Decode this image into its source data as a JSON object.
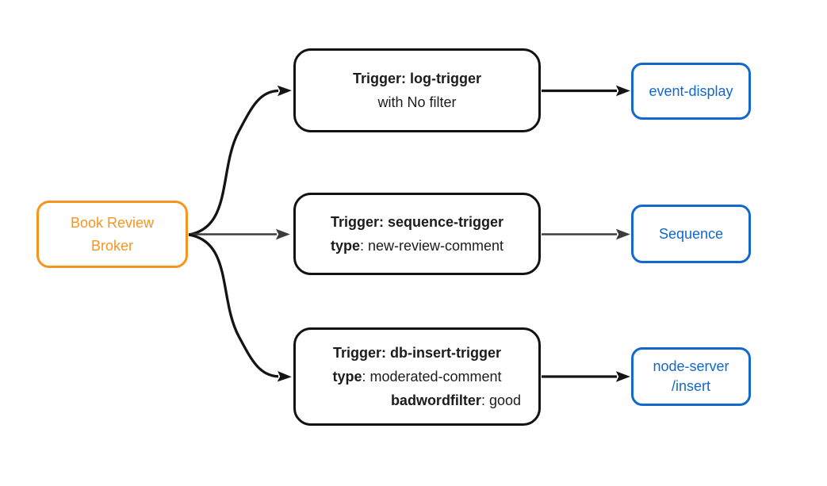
{
  "colors": {
    "background": "#FFFFFF",
    "broker_accent": "#F7941E",
    "sink_accent": "#1268CB",
    "arrow_primary": "#141414",
    "arrow_secondary": "#3B3B3B",
    "trigger_border": "#121212",
    "trigger_text": "#1C1C1E"
  },
  "broker": {
    "lines": [
      "Book Review",
      "Broker"
    ]
  },
  "triggers": [
    {
      "lines": [
        {
          "segments": [
            {
              "text": "Trigger: log-trigger",
              "bold": true
            }
          ]
        },
        {
          "segments": [
            {
              "text": "with No filter",
              "bold": false
            }
          ]
        }
      ]
    },
    {
      "lines": [
        {
          "segments": [
            {
              "text": "Trigger: sequence-trigger",
              "bold": true
            }
          ]
        },
        {
          "segments": [
            {
              "text": "type",
              "bold": true
            },
            {
              "text": ": new-review-comment",
              "bold": false
            }
          ]
        }
      ]
    },
    {
      "lines": [
        {
          "segments": [
            {
              "text": "Trigger: db-insert-trigger",
              "bold": true
            }
          ]
        },
        {
          "segments": [
            {
              "text": "type",
              "bold": true
            },
            {
              "text": ": moderated-comment",
              "bold": false
            }
          ]
        },
        {
          "align": "right",
          "segments": [
            {
              "text": "badwordfilter",
              "bold": true
            },
            {
              "text": ": good",
              "bold": false
            }
          ]
        }
      ]
    }
  ],
  "sinks": [
    {
      "lines": [
        "event-display"
      ]
    },
    {
      "lines": [
        "Sequence"
      ]
    },
    {
      "lines": [
        "node-server",
        "/insert"
      ]
    }
  ]
}
